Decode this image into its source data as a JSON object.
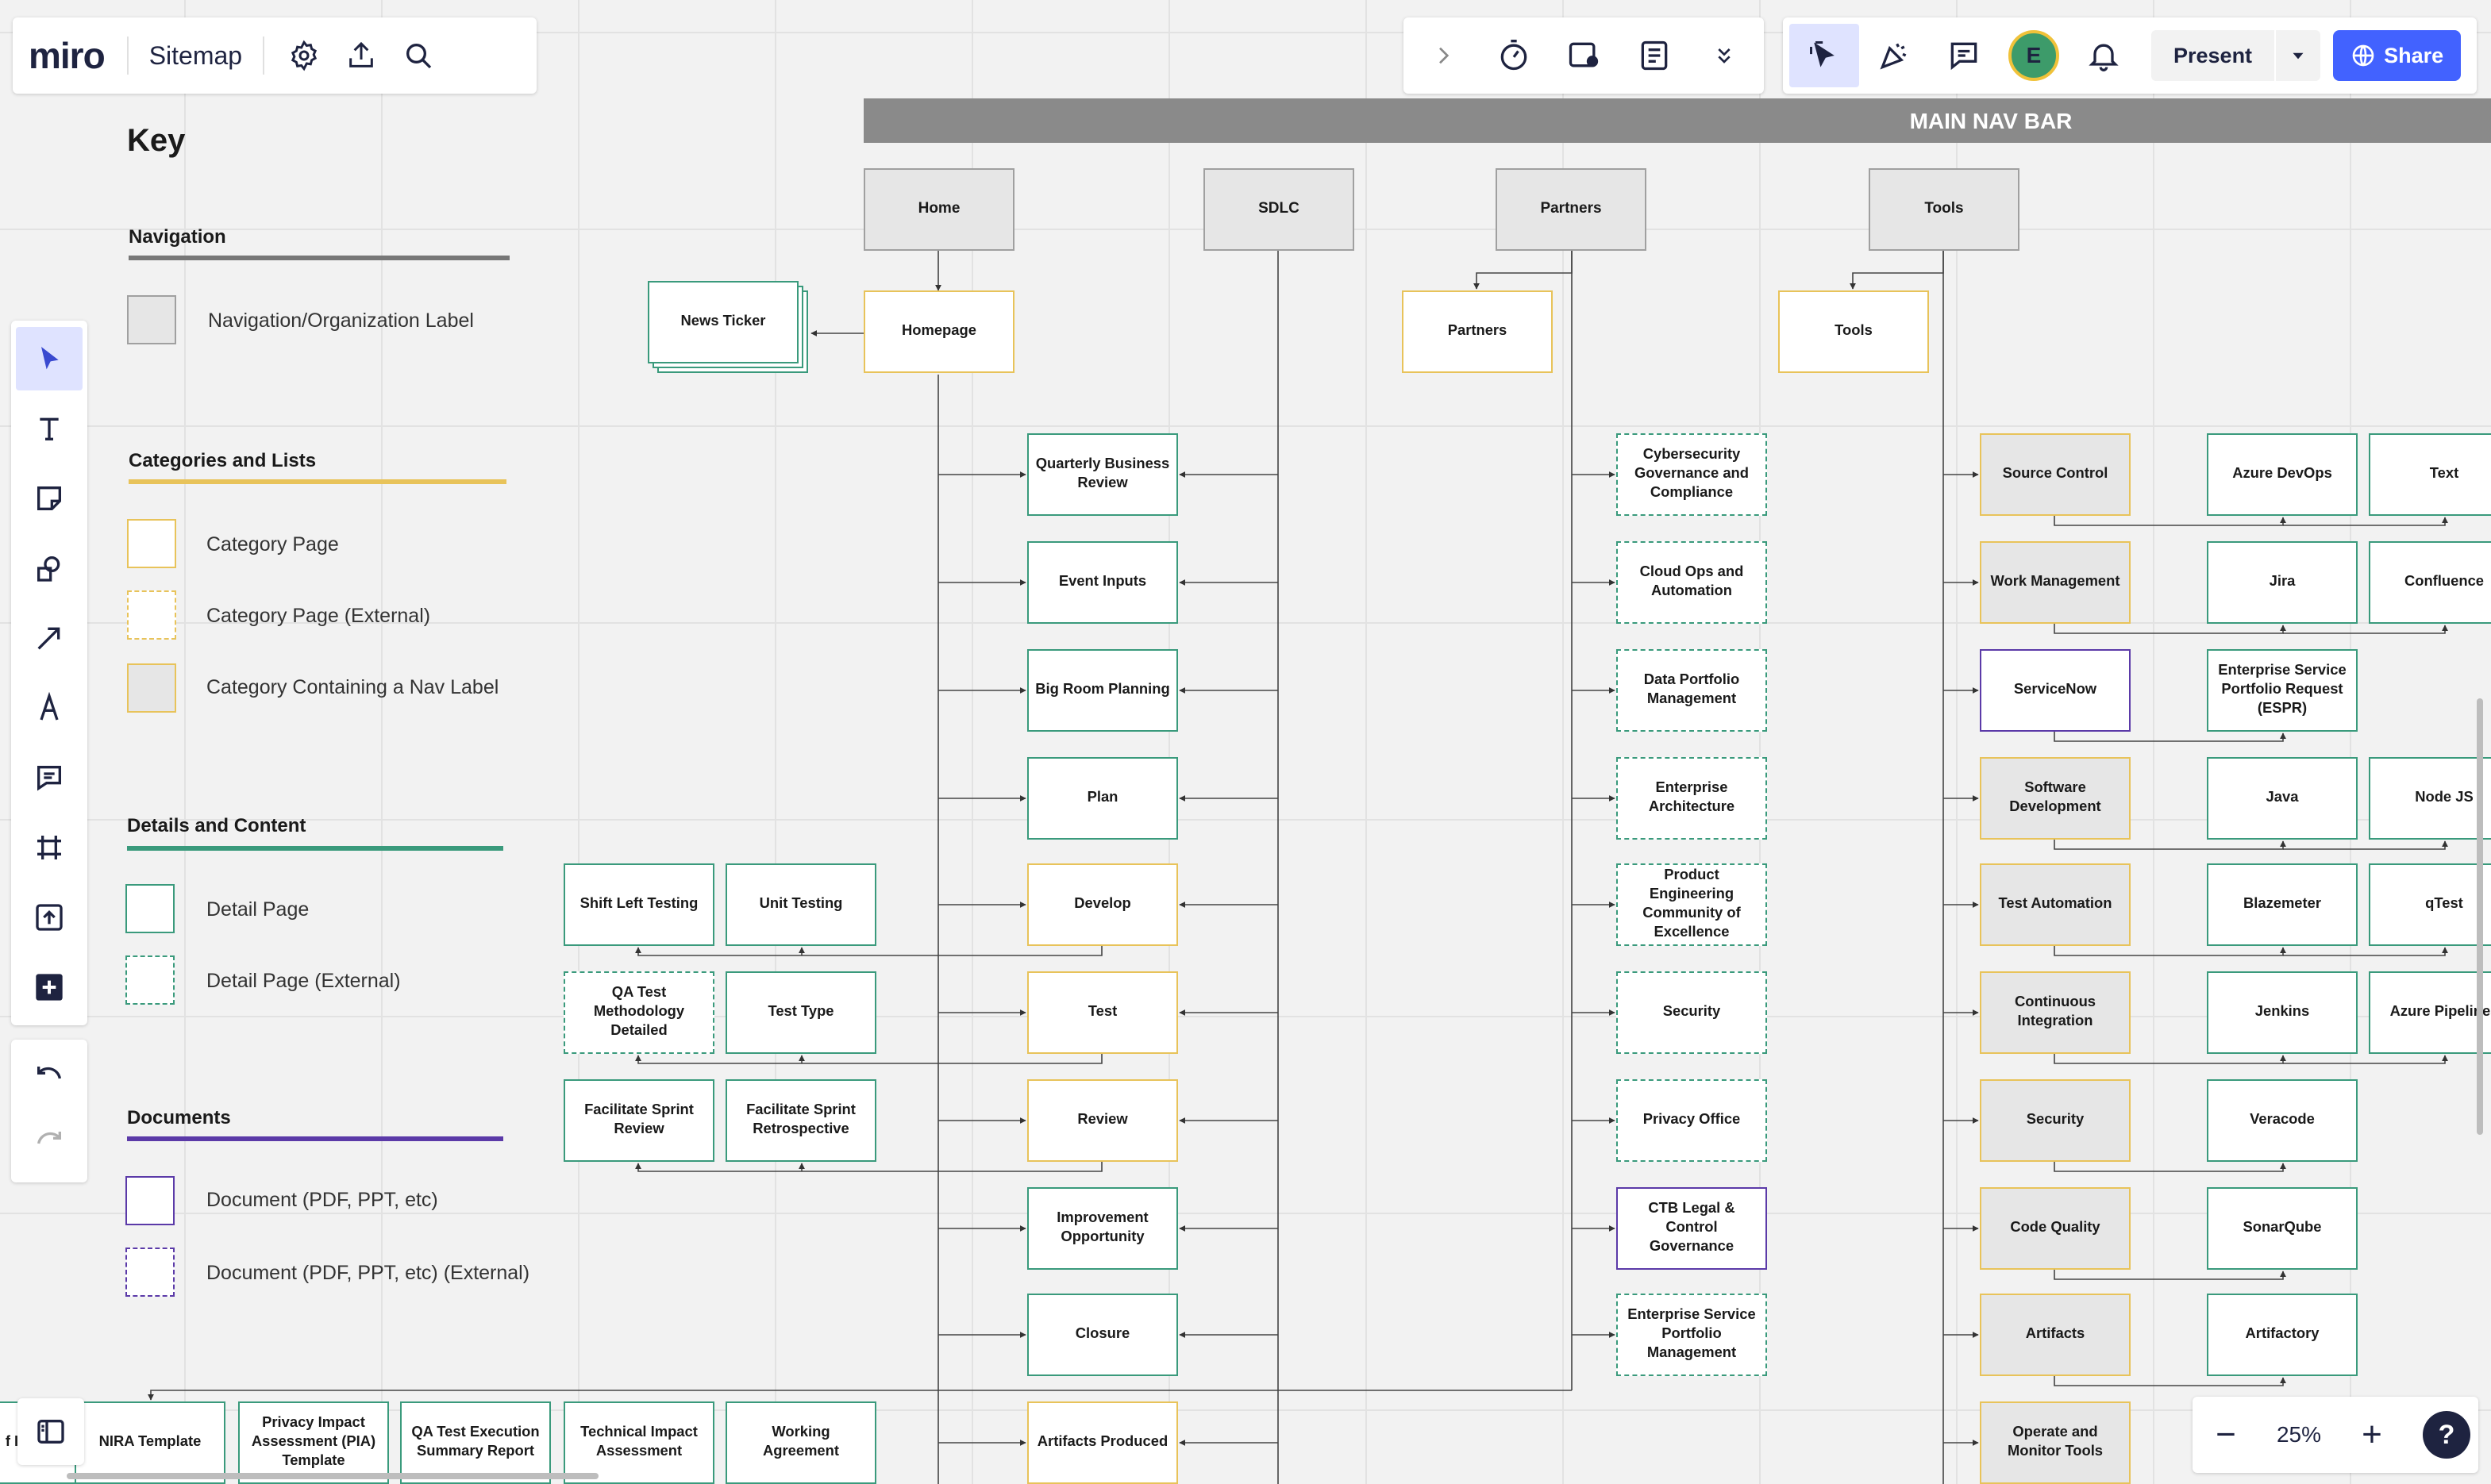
{
  "app": {
    "logo": "miro",
    "board_title": "Sitemap"
  },
  "top_right": {
    "present_label": "Present",
    "share_label": "Share",
    "avatar_initial": "E"
  },
  "zoom": {
    "level": "25%",
    "minus": "−",
    "plus": "+",
    "help": "?"
  },
  "navbar": {
    "label": "MAIN NAV BAR"
  },
  "key": {
    "title": "Key",
    "navigation": {
      "heading": "Navigation",
      "items": [
        "Navigation/Organization Label"
      ]
    },
    "categories": {
      "heading": "Categories and Lists",
      "items": [
        "Category Page",
        "Category Page (External)",
        "Category Containing a Nav Label"
      ]
    },
    "details": {
      "heading": "Details and Content",
      "items": [
        "Detail Page",
        "Detail Page (External)"
      ]
    },
    "documents": {
      "heading": "Documents",
      "items": [
        "Document (PDF, PPT, etc)",
        "Document (PDF, PPT, etc) (External)"
      ]
    }
  },
  "nav_labels": [
    "Home",
    "SDLC",
    "Partners",
    "Tools"
  ],
  "home_col": {
    "homepage": "Homepage",
    "news_ticker": "News Ticker"
  },
  "partners_col": {
    "partners": "Partners",
    "items": [
      "Cybersecurity Governance and Compliance",
      "Cloud Ops and Automation",
      "Data Portfolio Management",
      "Enterprise Architecture",
      "Product Engineering Community of Excellence",
      "Security",
      "Privacy Office",
      "CTB Legal & Control Governance",
      "Enterprise Service Portfolio Management"
    ]
  },
  "sdlc_col": {
    "items": [
      "Quarterly Business Review",
      "Event Inputs",
      "Big Room Planning",
      "Plan",
      "Develop",
      "Test",
      "Review",
      "Improvement Opportunity",
      "Closure",
      "Artifacts Produced"
    ]
  },
  "sdlc_sub": {
    "develop": [
      "Shift Left Testing",
      "Unit Testing"
    ],
    "test": [
      "QA Test Methodology Detailed",
      "Test Type"
    ],
    "review": [
      "Facilitate Sprint Review",
      "Facilitate Sprint Retrospective"
    ]
  },
  "bottom_docs": [
    "f I",
    "NIRA Template",
    "Privacy Impact Assessment (PIA) Template",
    "QA Test Execution Summary Report",
    "Technical Impact Assessment",
    "Working Agreement"
  ],
  "tools_col": {
    "tools": "Tools",
    "items": [
      "Source Control",
      "Work Management",
      "ServiceNow",
      "Software Development",
      "Test Automation",
      "Continuous Integration",
      "Security",
      "Code Quality",
      "Artifacts",
      "Operate and Monitor Tools"
    ],
    "sub1": [
      "Azure DevOps",
      "Jira",
      "Enterprise Service Portfolio Request (ESPR)",
      "Java",
      "Blazemeter",
      "Jenkins",
      "Veracode",
      "SonarQube",
      "Artifactory"
    ],
    "sub2": [
      "Text",
      "Confluence",
      "Node JS",
      "qTest",
      "Azure Pipelines"
    ]
  }
}
